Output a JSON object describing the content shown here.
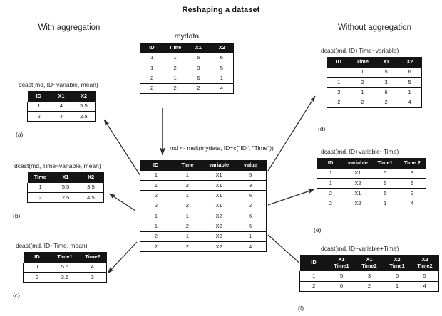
{
  "title": "Reshaping a dataset",
  "headings": {
    "left": "With aggregation",
    "right": "Without aggregation"
  },
  "source_table": {
    "caption": "mydata",
    "columns": [
      "ID",
      "Time",
      "X1",
      "X2"
    ],
    "rows": [
      [
        "1",
        "1",
        "5",
        "6"
      ],
      [
        "1",
        "2",
        "3",
        "5"
      ],
      [
        "2",
        "1",
        "6",
        "1"
      ],
      [
        "2",
        "2",
        "2",
        "4"
      ]
    ]
  },
  "melt_formula": "md <- melt(mydata, ID=c(\"ID\", \"Time\"))",
  "molten_table": {
    "columns": [
      "ID",
      "Time",
      "variable",
      "value"
    ],
    "rows": [
      [
        "1",
        "1",
        "X1",
        "5"
      ],
      [
        "1",
        "2",
        "X1",
        "3"
      ],
      [
        "2",
        "1",
        "X1",
        "6"
      ],
      [
        "2",
        "2",
        "X1",
        "2"
      ],
      [
        "1",
        "1",
        "X2",
        "6"
      ],
      [
        "1",
        "2",
        "X2",
        "5"
      ],
      [
        "2",
        "1",
        "X2",
        "1"
      ],
      [
        "2",
        "2",
        "X2",
        "4"
      ]
    ]
  },
  "outputs": [
    {
      "key": "a",
      "label": "(a)",
      "formula": "dcast(md, ID~variable, mean)",
      "columns": [
        "ID",
        "X1",
        "X2"
      ],
      "rows": [
        [
          "1",
          "4",
          "5.5"
        ],
        [
          "2",
          "4",
          "2.5"
        ]
      ]
    },
    {
      "key": "b",
      "label": "(b)",
      "formula": "dcast(md, Time~variable, mean)",
      "columns": [
        "Time",
        "X1",
        "X2"
      ],
      "rows": [
        [
          "1",
          "5.5",
          "3.5"
        ],
        [
          "2",
          "2.5",
          "4.5"
        ]
      ]
    },
    {
      "key": "c",
      "label": "(c)",
      "formula": "dcast(md, ID~Time, mean)",
      "columns": [
        "ID",
        "Time1",
        "Time2"
      ],
      "rows": [
        [
          "1",
          "5.5",
          "4"
        ],
        [
          "2",
          "3.5",
          "3"
        ]
      ]
    },
    {
      "key": "d",
      "label": "(d)",
      "formula": "dcast(md, ID+Time~variable)",
      "columns": [
        "ID",
        "Time",
        "X1",
        "X2"
      ],
      "rows": [
        [
          "1",
          "1",
          "5",
          "6"
        ],
        [
          "1",
          "2",
          "3",
          "5"
        ],
        [
          "2",
          "1",
          "6",
          "1"
        ],
        [
          "2",
          "2",
          "2",
          "4"
        ]
      ]
    },
    {
      "key": "e",
      "label": "(e)",
      "formula": "dcast(md, ID+variable~Time)",
      "columns": [
        "ID",
        "variable",
        "Time1",
        "Time 2"
      ],
      "rows": [
        [
          "1",
          "X1",
          "5",
          "3"
        ],
        [
          "1",
          "X2",
          "6",
          "5"
        ],
        [
          "2",
          "X1",
          "6",
          "2"
        ],
        [
          "2",
          "X2",
          "1",
          "4"
        ]
      ]
    },
    {
      "key": "f",
      "label": "(f)",
      "formula": "dcast(md, ID~variable+Time)",
      "columns_multiline": [
        [
          "ID",
          ""
        ],
        [
          "X1",
          "Time1"
        ],
        [
          "X1",
          "Time2"
        ],
        [
          "X2",
          "Time1"
        ],
        [
          "X2",
          "Time2"
        ]
      ],
      "rows": [
        [
          "1",
          "5",
          "3",
          "6",
          "5"
        ],
        [
          "2",
          "6",
          "2",
          "1",
          "4"
        ]
      ]
    }
  ],
  "colors": {
    "header_bg": "#141414",
    "header_text": "#ffffff",
    "text": "#1a1a1a",
    "arrow": "#2b2b2b",
    "background": "#ffffff"
  }
}
